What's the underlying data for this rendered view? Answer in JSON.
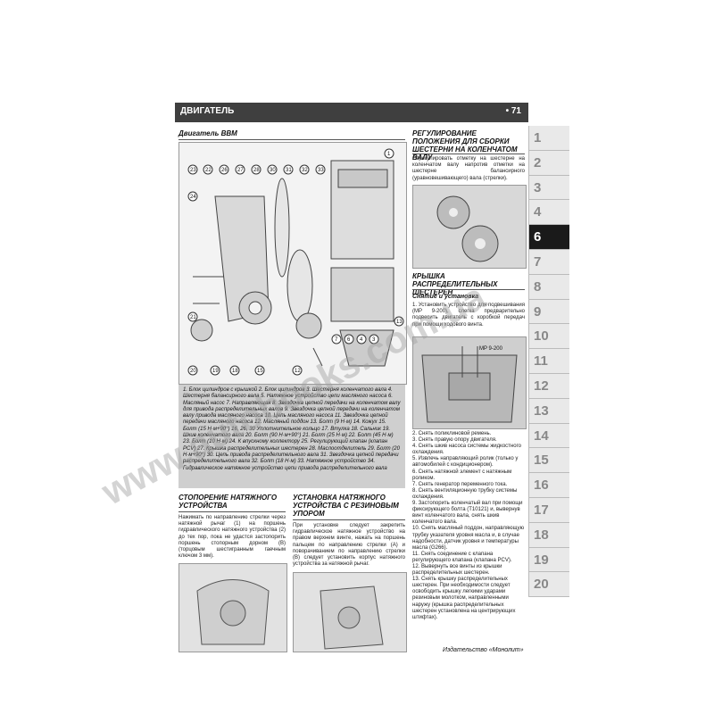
{
  "header": {
    "title": "ДВИГАТЕЛЬ",
    "page_number": "71"
  },
  "left_column": {
    "figure_title": "Двигатель BBM",
    "caption": "1. Блок цилиндров с крышкой 2. Блок цилиндров 3. Шестерня коленчатого вала 4. Шестерня балансирного вала 5. Натяжное устройство цепи масляного насоса 6. Масляный насос 7. Направляющая 8. Звездочка цепной передачи на коленчатом валу для привода распределительных валов 9. Звездочка цепной передачи на коленчатом валу привода масляного насоса 10. Цепь масляного насоса 11. Звездочка цепной передачи масляного насоса 12. Масляный поддон 13. Болт (9 Н·м) 14. Кожух 15. Болт (15 Н·м+90°) 16, 26, 30 Уплотнительное кольцо 17. Втулка 18. Сальник 19. Шкив коленчатого вала 20. Болт (90 Н·м+90°) 21. Болт (25 Н·м) 22. Болт (45 Н·м) 23. Болт (10 Н·м) 24. К впускному коллектору 25. Регулирующий клапан (клапан PCV) 27. Крышка распределительных шестерен 28. Маслоотделитель 29. Болт (20 Н·м+90°) 30. Цепь привода распределительного вала 31. Звездочка цепной передачи распределительного вала 32. Болт (18 Н·м) 33. Натяжное устройство 34. Гидравлическое натяжное устройство цепи привода распределительного вала"
  },
  "bottom_left": {
    "title": "СТОПОРЕНИЕ НАТЯЖНОГО УСТРОЙСТВА",
    "text": "Нажимать по направлению стрелки через натяжной рычаг (1) на поршень гидравлического натяжного устройства (2) до тех пор, пока не удастся застопорить поршень стопорным дорном (В) (торцовым шестигранным гаечным ключом 3 мм)."
  },
  "bottom_mid": {
    "title": "УСТАНОВКА НАТЯЖНОГО УСТРОЙСТВА С РЕЗИНОВЫМ УПОРОМ",
    "text": "При установке следует закрепить гидравлическое натяжное устройство на правом верхнем винте, нажать на поршень пальцем по направлению стрелки (А) и поворачиванием по направлению стрелки (В) следует установить корпус натяжного устройства за натяжной рычаг."
  },
  "right_column": {
    "title1": "РЕГУЛИРОВАНИЕ ПОЛОЖЕНИЯ ДЛЯ СБОРКИ ШЕСТЕРНИ НА КОЛЕНЧАТОМ ВАЛУ",
    "text1": "Отрегулировать отметку на шестерне на коленчатом валу напротив отметки на шестерне балансирного (уравновешивающего) вала (стрелки).",
    "title2": "КРЫШКА РАСПРЕДЕЛИТЕЛЬНЫХ ШЕСТЕРЕН",
    "subtitle2": "Снятие и установка",
    "text2": "1. Установить устройство для подвешивания (MP 9-200), слегка предварительно подвесить двигатель с коробкой передач при помощи ходового винта.",
    "photo_label": "MP 9-200",
    "steps": [
      "2. Снять поликлиновой ремень.",
      "3. Снять правую опору двигателя.",
      "4. Снять шкив насоса системы жидкостного охлаждения.",
      "5. Извлечь направляющий ролик (только у автомобилей с кондиционером).",
      "6. Снять натяжной элемент с натяжным роликом.",
      "7. Снять генератор переменного тока.",
      "8. Снять вентиляционную трубку системы охлаждения.",
      "9. Застопорить коленчатый вал при помощи фиксирующего болта (T10121) и, вывернув винт коленчатого вала, снять шкив коленчатого вала.",
      "10. Снять масляный поддон, направляющую трубку указателя уровня масла и, в случае надобности, датчик уровня и температуры масла (G266).",
      "11. Снять соединение с клапана регулирующего клапана (клапана PCV).",
      "12. Вывернуть все винты из крышки распределительных шестерен.",
      "13. Снять крышку распределительных шестерен. При необходимости следует освободить крышку легкими ударами резиновым молотком, направленными наружу (крышка распределительных шестерен установлена на центрирующих штифтах)."
    ]
  },
  "publisher": "Издательство «Монолит»",
  "watermark": "www.autobooks.com.ua",
  "tabs": [
    "1",
    "2",
    "3",
    "4",
    "6",
    "7",
    "8",
    "9",
    "10",
    "11",
    "12",
    "13",
    "14",
    "15",
    "16",
    "17",
    "18",
    "19",
    "20"
  ],
  "active_tab": "6"
}
